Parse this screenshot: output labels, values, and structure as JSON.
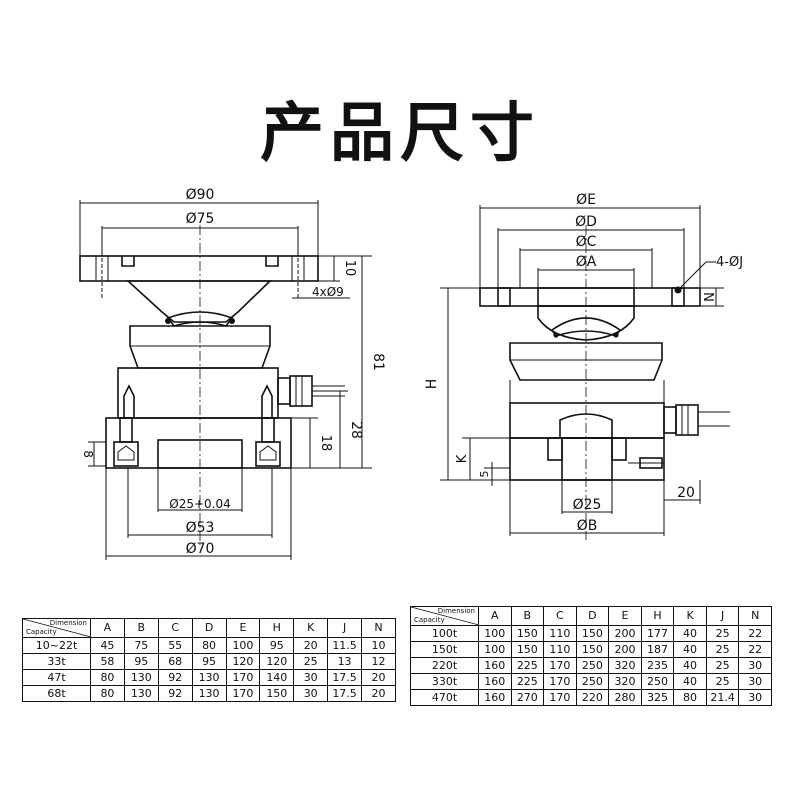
{
  "title": "产品尺寸",
  "left_drawing": {
    "dims": {
      "d90": "Ø90",
      "d75": "Ø75",
      "h10": "10",
      "holes": "4xØ9",
      "h81": "81",
      "h28": "28",
      "h18": "18",
      "h8": "8",
      "d25": "Ø25+0.04",
      "d53": "Ø53",
      "d70": "Ø70"
    }
  },
  "right_drawing": {
    "dims": {
      "dE": "ØE",
      "dD": "ØD",
      "dC": "ØC",
      "dA": "ØA",
      "holesJ": "4-ØJ",
      "N": "N",
      "H": "H",
      "K": "K",
      "five": "5",
      "d25": "Ø25",
      "dB": "ØB",
      "twenty": "20"
    }
  },
  "table_left": {
    "corner_top": "Dimension",
    "corner_bottom": "Capacity",
    "columns": [
      "A",
      "B",
      "C",
      "D",
      "E",
      "H",
      "K",
      "J",
      "N"
    ],
    "rows": [
      [
        "10~22t",
        "45",
        "75",
        "55",
        "80",
        "100",
        "95",
        "20",
        "11.5",
        "10"
      ],
      [
        "33t",
        "58",
        "95",
        "68",
        "95",
        "120",
        "120",
        "25",
        "13",
        "12"
      ],
      [
        "47t",
        "80",
        "130",
        "92",
        "130",
        "170",
        "140",
        "30",
        "17.5",
        "20"
      ],
      [
        "68t",
        "80",
        "130",
        "92",
        "130",
        "170",
        "150",
        "30",
        "17.5",
        "20"
      ]
    ]
  },
  "table_right": {
    "corner_top": "Dimension",
    "corner_bottom": "Capacity",
    "columns": [
      "A",
      "B",
      "C",
      "D",
      "E",
      "H",
      "K",
      "J",
      "N"
    ],
    "rows": [
      [
        "100t",
        "100",
        "150",
        "110",
        "150",
        "200",
        "177",
        "40",
        "25",
        "22"
      ],
      [
        "150t",
        "100",
        "150",
        "110",
        "150",
        "200",
        "187",
        "40",
        "25",
        "22"
      ],
      [
        "220t",
        "160",
        "225",
        "170",
        "250",
        "320",
        "235",
        "40",
        "25",
        "30"
      ],
      [
        "330t",
        "160",
        "225",
        "170",
        "250",
        "320",
        "250",
        "40",
        "25",
        "30"
      ],
      [
        "470t",
        "160",
        "270",
        "170",
        "220",
        "280",
        "325",
        "80",
        "21.4",
        "30"
      ]
    ]
  }
}
